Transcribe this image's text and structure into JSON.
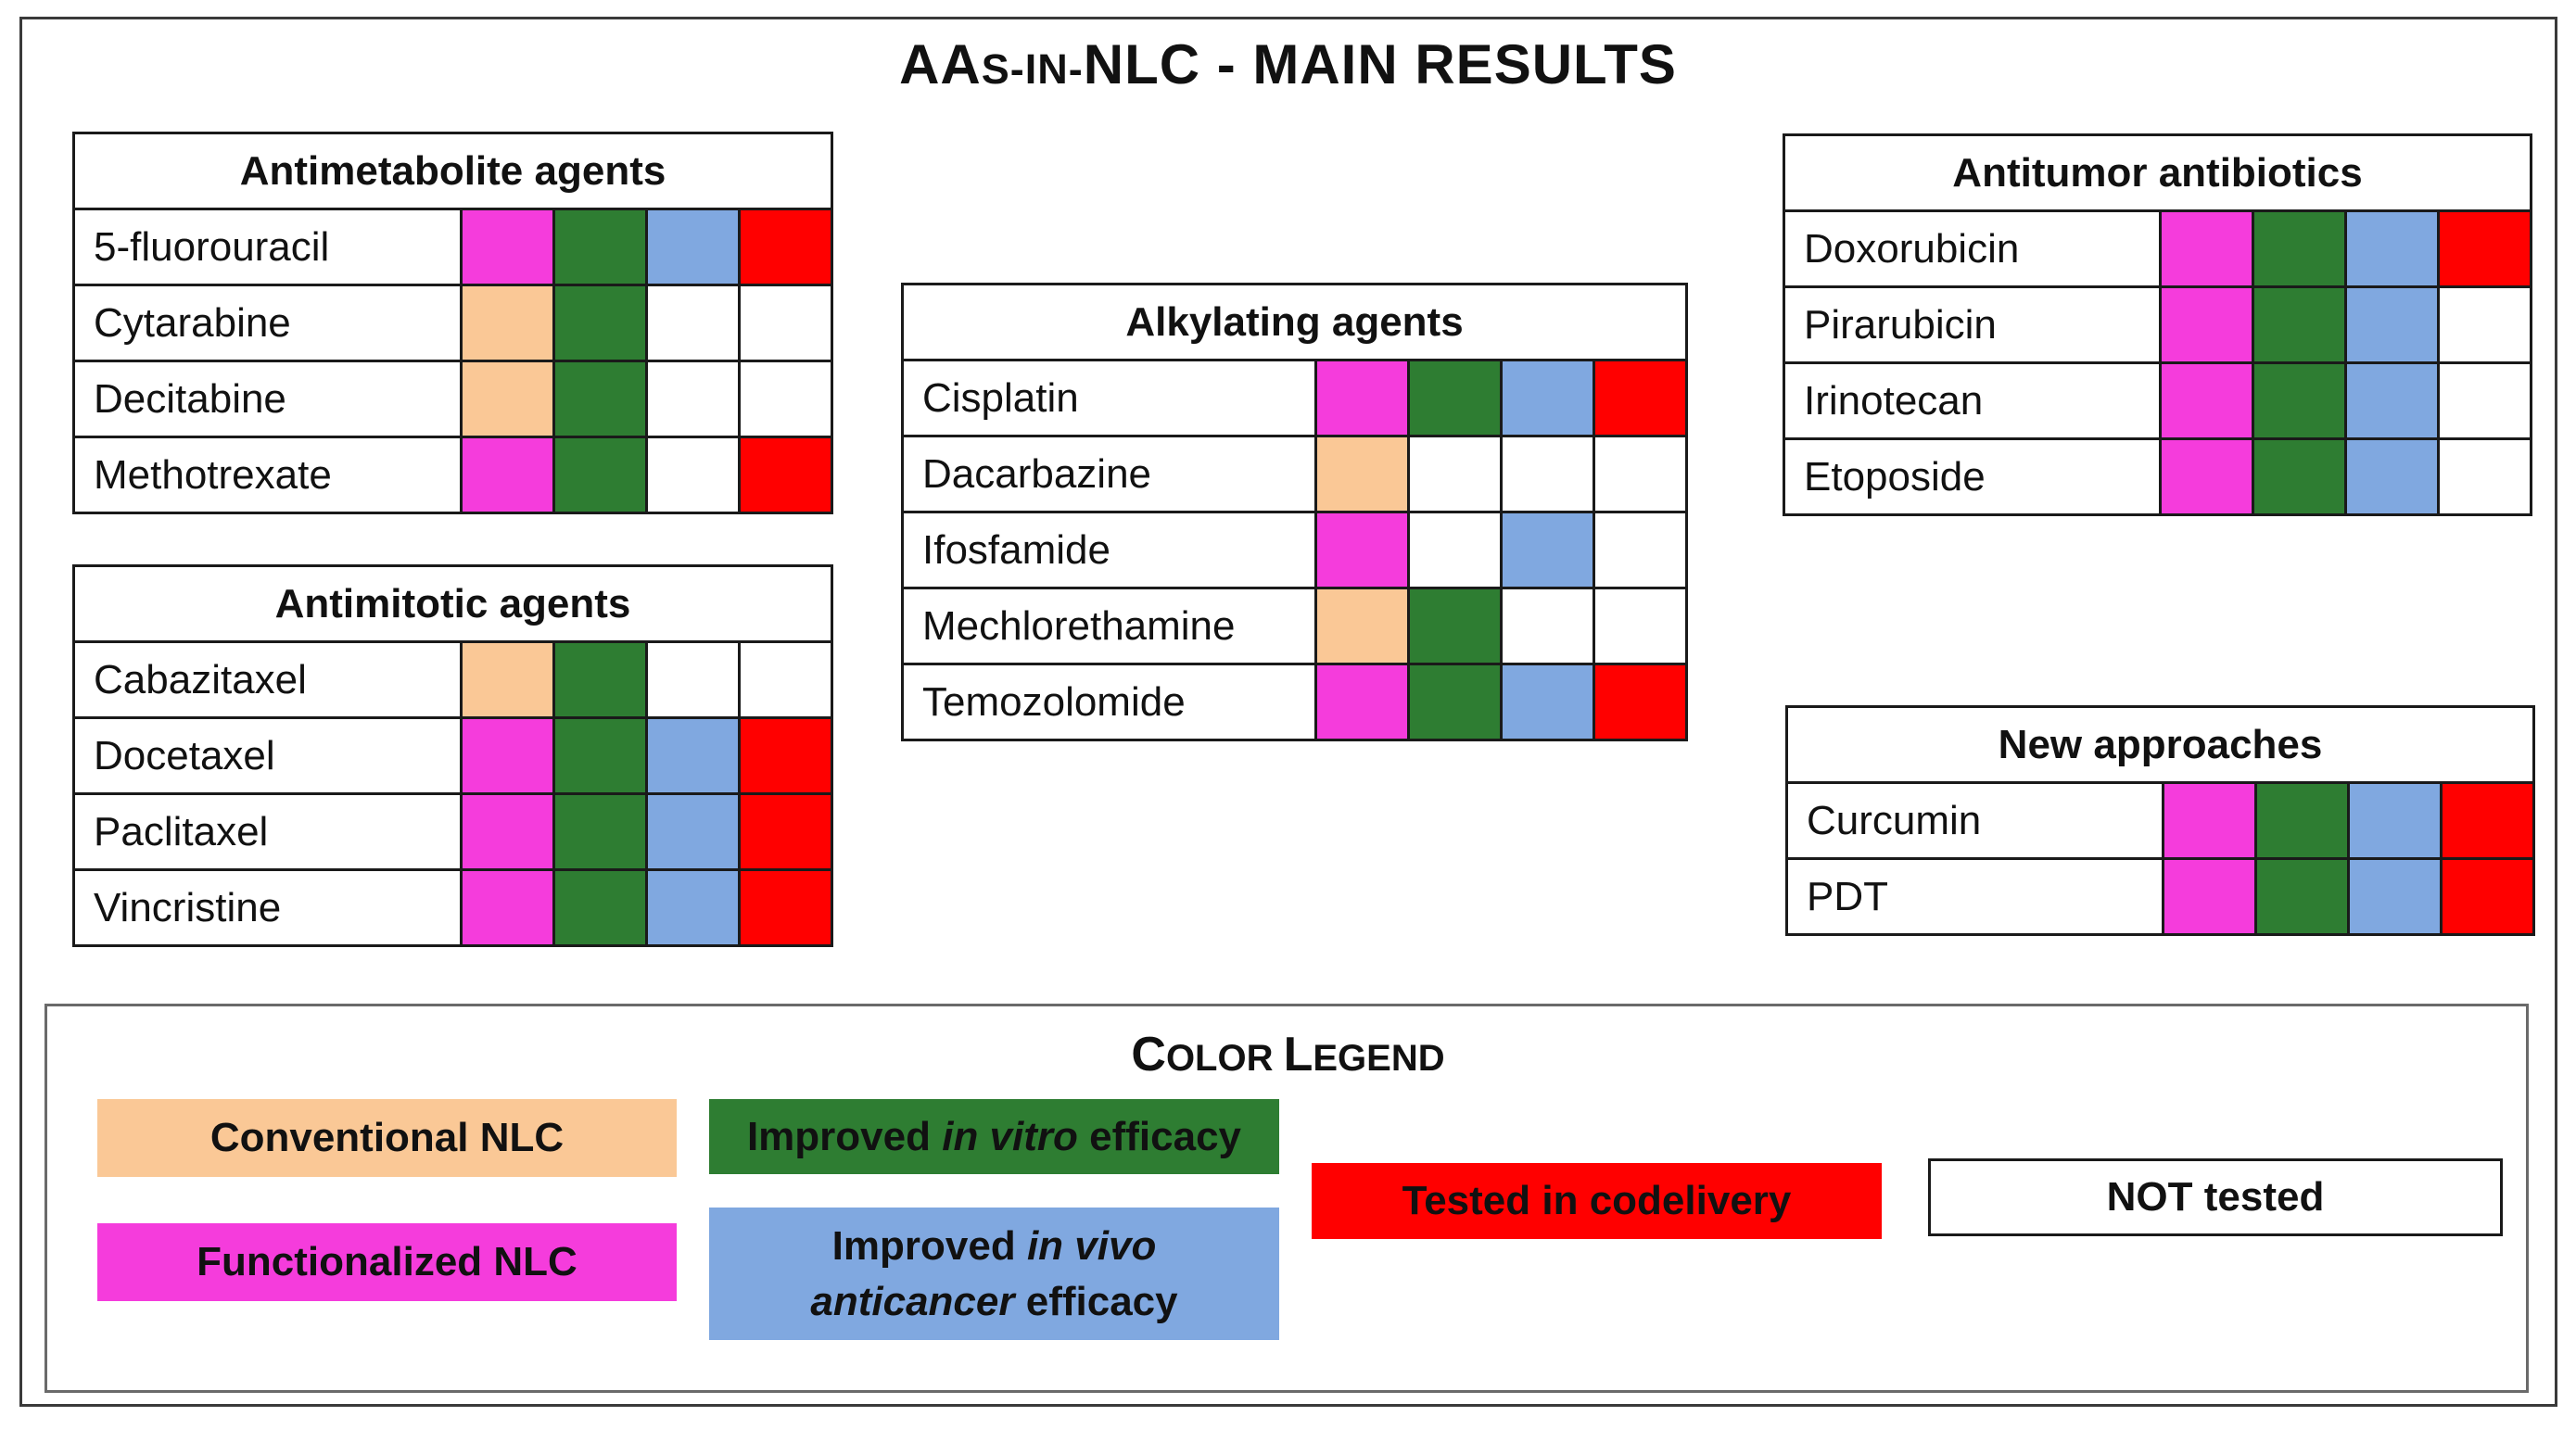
{
  "title": {
    "prefix": "AA",
    "small": "s-in-",
    "suffix": "NLC - MAIN RESULTS"
  },
  "colors": {
    "conventional": "#FAC896",
    "functionalized": "#F53CDC",
    "in_vitro": "#2E7D32",
    "in_vivo": "#80A8E0",
    "codelivery": "#FF0000",
    "not_tested": "#FFFFFF"
  },
  "tables": [
    {
      "id": "antimetabolite",
      "title": "Antimetabolite agents",
      "rows": [
        {
          "name": "5-fluorouracil",
          "cells": [
            "functionalized",
            "in_vitro",
            "in_vivo",
            "codelivery"
          ]
        },
        {
          "name": "Cytarabine",
          "cells": [
            "conventional",
            "in_vitro",
            "not_tested",
            "not_tested"
          ]
        },
        {
          "name": "Decitabine",
          "cells": [
            "conventional",
            "in_vitro",
            "not_tested",
            "not_tested"
          ]
        },
        {
          "name": "Methotrexate",
          "cells": [
            "functionalized",
            "in_vitro",
            "not_tested",
            "codelivery"
          ]
        }
      ]
    },
    {
      "id": "antimitotic",
      "title": "Antimitotic agents",
      "rows": [
        {
          "name": "Cabazitaxel",
          "cells": [
            "conventional",
            "in_vitro",
            "not_tested",
            "not_tested"
          ]
        },
        {
          "name": "Docetaxel",
          "cells": [
            "functionalized",
            "in_vitro",
            "in_vivo",
            "codelivery"
          ]
        },
        {
          "name": "Paclitaxel",
          "cells": [
            "functionalized",
            "in_vitro",
            "in_vivo",
            "codelivery"
          ]
        },
        {
          "name": "Vincristine",
          "cells": [
            "functionalized",
            "in_vitro",
            "in_vivo",
            "codelivery"
          ]
        }
      ]
    },
    {
      "id": "alkylating",
      "title": "Alkylating agents",
      "rows": [
        {
          "name": "Cisplatin",
          "cells": [
            "functionalized",
            "in_vitro",
            "in_vivo",
            "codelivery"
          ]
        },
        {
          "name": "Dacarbazine",
          "cells": [
            "conventional",
            "not_tested",
            "not_tested",
            "not_tested"
          ]
        },
        {
          "name": "Ifosfamide",
          "cells": [
            "functionalized",
            "not_tested",
            "in_vivo",
            "not_tested"
          ]
        },
        {
          "name": "Mechlorethamine",
          "cells": [
            "conventional",
            "in_vitro",
            "not_tested",
            "not_tested"
          ]
        },
        {
          "name": "Temozolomide",
          "cells": [
            "functionalized",
            "in_vitro",
            "in_vivo",
            "codelivery"
          ]
        }
      ]
    },
    {
      "id": "antitumor",
      "title": "Antitumor antibiotics",
      "rows": [
        {
          "name": "Doxorubicin",
          "cells": [
            "functionalized",
            "in_vitro",
            "in_vivo",
            "codelivery"
          ]
        },
        {
          "name": "Pirarubicin",
          "cells": [
            "functionalized",
            "in_vitro",
            "in_vivo",
            "not_tested"
          ]
        },
        {
          "name": "Irinotecan",
          "cells": [
            "functionalized",
            "in_vitro",
            "in_vivo",
            "not_tested"
          ]
        },
        {
          "name": "Etoposide",
          "cells": [
            "functionalized",
            "in_vitro",
            "in_vivo",
            "not_tested"
          ]
        }
      ]
    },
    {
      "id": "new-approaches",
      "title": "New approaches",
      "rows": [
        {
          "name": "Curcumin",
          "cells": [
            "functionalized",
            "in_vitro",
            "in_vivo",
            "codelivery"
          ]
        },
        {
          "name": "PDT",
          "cells": [
            "functionalized",
            "in_vitro",
            "in_vivo",
            "codelivery"
          ]
        }
      ]
    }
  ],
  "legend": {
    "title_big_1": "C",
    "title_small_1": "olor ",
    "title_big_2": "L",
    "title_small_2": "egend",
    "conventional": "Conventional NLC",
    "functionalized": "Functionalized NLC",
    "in_vitro_pre": "Improved ",
    "in_vitro_em": "in vitro",
    "in_vitro_post": " efficacy",
    "in_vivo_pre": "Improved ",
    "in_vivo_em1": "in vivo",
    "in_vivo_em2": "anticancer",
    "in_vivo_post": " efficacy",
    "codelivery": "Tested in codelivery",
    "not_tested": "NOT tested"
  }
}
